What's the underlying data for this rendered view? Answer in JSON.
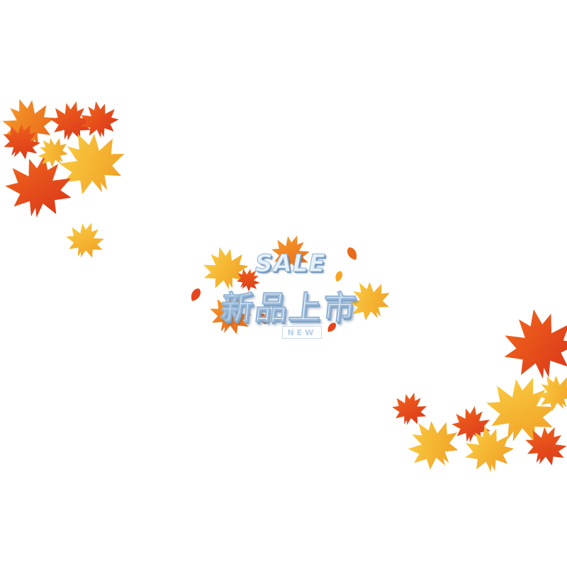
{
  "promo": {
    "sale_label": "SALE",
    "title": "新品上市",
    "badge": "NEW"
  },
  "colors": {
    "background": "#ffffff",
    "leaf_red": "#e5451c",
    "leaf_orange": "#f28a1c",
    "leaf_gold": "#f6b52a",
    "leaf_yellow": "#f9cc3d",
    "text_light": "#eef5fc",
    "text_shadow": "#7fa3c8"
  },
  "icons": [
    "maple-leaf-icon",
    "petal-icon"
  ]
}
